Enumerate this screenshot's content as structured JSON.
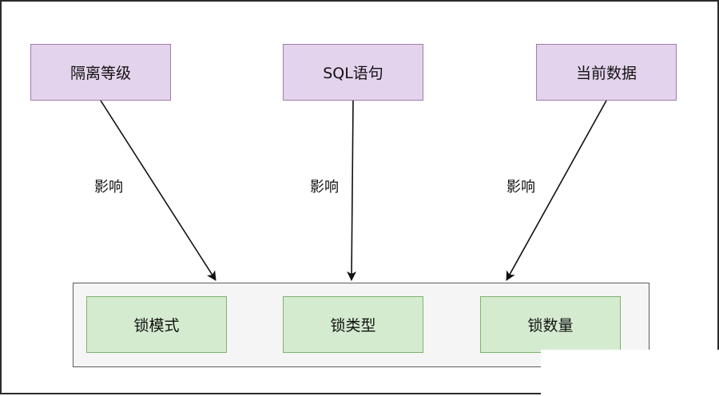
{
  "factors": [
    {
      "id": "isolation",
      "label": "隔离等级"
    },
    {
      "id": "sql",
      "label": "SQL语句"
    },
    {
      "id": "data",
      "label": "当前数据"
    }
  ],
  "edge_label": "影响",
  "results": [
    {
      "id": "lock-mode",
      "label": "锁模式"
    },
    {
      "id": "lock-type",
      "label": "锁类型"
    },
    {
      "id": "lock-count",
      "label": "锁数量"
    }
  ],
  "colors": {
    "factor_fill": "#e4d3ec",
    "factor_border": "#9c7daa",
    "result_fill": "#d5ebd0",
    "result_border": "#7fb36e",
    "container_fill": "#f5f5f5",
    "arrow": "#111111"
  }
}
